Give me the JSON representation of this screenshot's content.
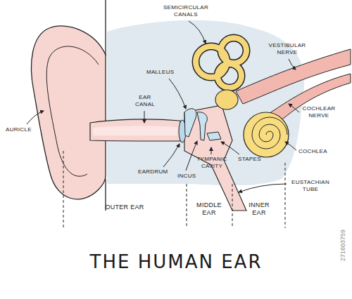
{
  "diagram": {
    "title": "THE HUMAN EAR",
    "labels": [
      "SEMICIRCULAR CANALS",
      "VESTIBULAR NERVE",
      "MALLEUS",
      "EAR CANAL",
      "AURICLE",
      "COCHLEAR NERVE",
      "COCHLEA",
      "TYMPANIC CAVITY",
      "STAPES",
      "EARDRUM",
      "INCUS",
      "EUSTACHIAN TUBE",
      "OUTER EAR",
      "MIDDLE EAR",
      "INNER EAR",
      "271603759"
    ]
  }
}
